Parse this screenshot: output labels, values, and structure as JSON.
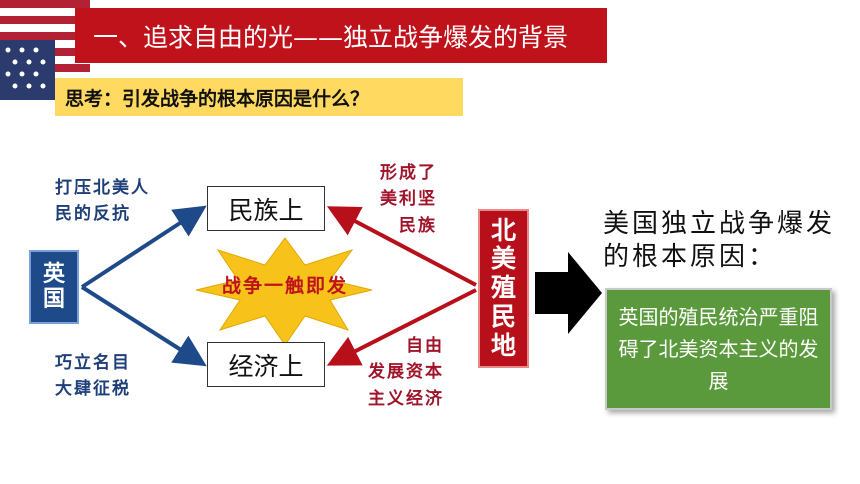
{
  "title": "一、追求自由的光——独立战争爆发的背景",
  "question": "思考：引发战争的根本原因是什么？",
  "left_node": [
    "英",
    "国"
  ],
  "right_node": [
    "北",
    "美",
    "殖",
    "民",
    "地"
  ],
  "box_top": "民族上",
  "box_bottom": "经济上",
  "center_burst": "战争一触即发",
  "notes": {
    "top_left": [
      "打压北美人",
      "民的反抗"
    ],
    "bottom_left": [
      "巧立名目",
      "大肆征税"
    ],
    "top_right": [
      "形成了",
      "美利坚",
      "民族"
    ],
    "bottom_right": [
      "自由",
      "发展资本",
      "主义经济"
    ]
  },
  "conclusion_title": "美国独立战争爆发的根本原因：",
  "conclusion_body": "英国的殖民统治严重阻碍了北美资本主义的发展",
  "colors": {
    "title_bg": "#c0121a",
    "question_bg": "#ffd960",
    "britain_blue": "#1e4a8a",
    "colony_red": "#b8101a",
    "burst_yellow": "#f7c21a",
    "conclusion_green": "#5a9a3c"
  }
}
